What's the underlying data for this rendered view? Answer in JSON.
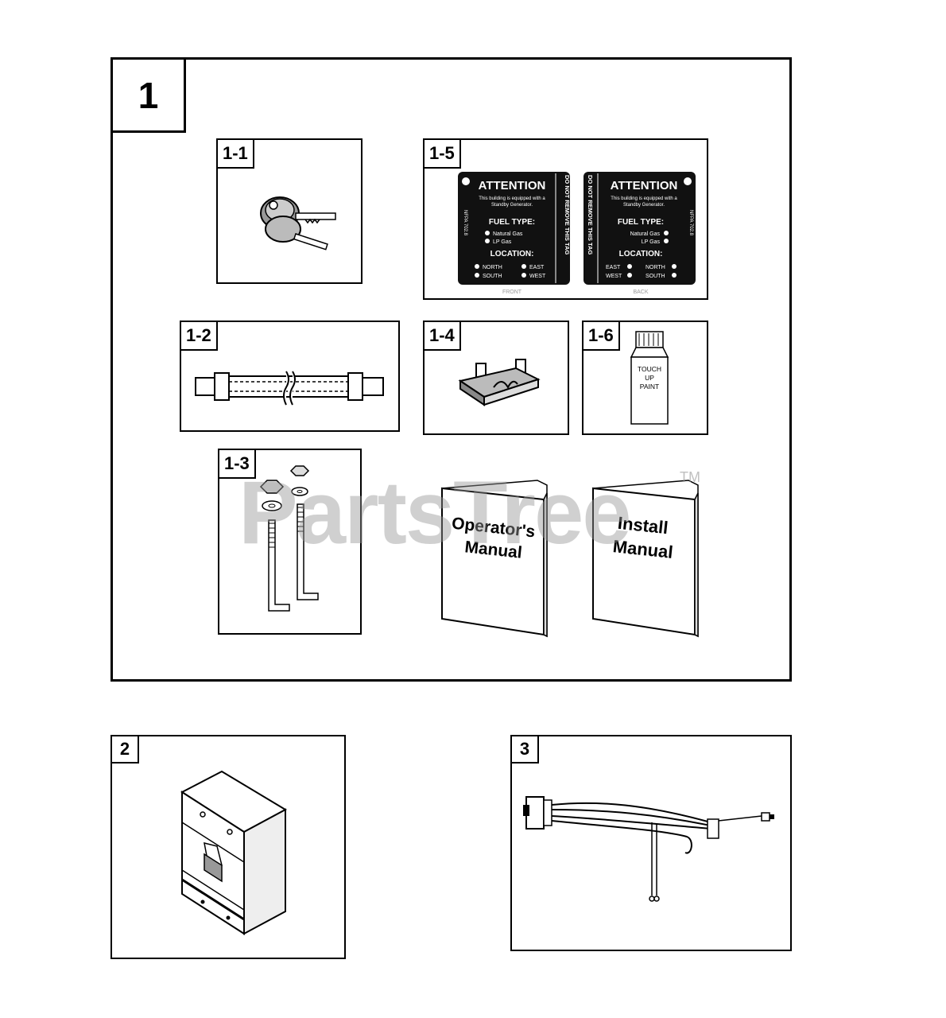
{
  "main_box": {
    "number": "1"
  },
  "parts": {
    "p1_1": {
      "number": "1-1"
    },
    "p1_2": {
      "number": "1-2"
    },
    "p1_3": {
      "number": "1-3"
    },
    "p1_4": {
      "number": "1-4"
    },
    "p1_5": {
      "number": "1-5",
      "front": {
        "title": "ATTENTION",
        "line1": "This building is equipped with a",
        "line2": "Standby Generator.",
        "fuel_type": "FUEL TYPE:",
        "natural_gas": "Natural Gas",
        "lp_gas": "LP Gas",
        "location": "LOCATION:",
        "north": "NORTH",
        "east": "EAST",
        "south": "SOUTH",
        "west": "WEST",
        "side_text": "DO NOT REMOVE THIS TAG",
        "nfpa": "NFPA 702.8",
        "caption": "FRONT"
      },
      "back": {
        "title": "ATTENTION",
        "line1": "This building is equipped with a",
        "line2": "Standby Generator.",
        "fuel_type": "FUEL TYPE:",
        "natural_gas": "Natural Gas",
        "lp_gas": "LP Gas",
        "location": "LOCATION:",
        "east": "EAST",
        "north": "NORTH",
        "west": "WEST",
        "south": "SOUTH",
        "side_text": "DO NOT REMOVE THIS TAG",
        "nfpa": "NFPA 702.8",
        "caption": "BACK"
      }
    },
    "p1_6": {
      "number": "1-6",
      "line1": "TOUCH",
      "line2": "UP",
      "line3": "PAINT"
    },
    "operators_manual": {
      "line1": "Operator's",
      "line2": "Manual"
    },
    "install_manual": {
      "line1": "Install",
      "line2": "Manual"
    }
  },
  "box2": {
    "number": "2"
  },
  "box3": {
    "number": "3"
  },
  "watermark": {
    "text": "PartsTree",
    "tm": "TM"
  }
}
